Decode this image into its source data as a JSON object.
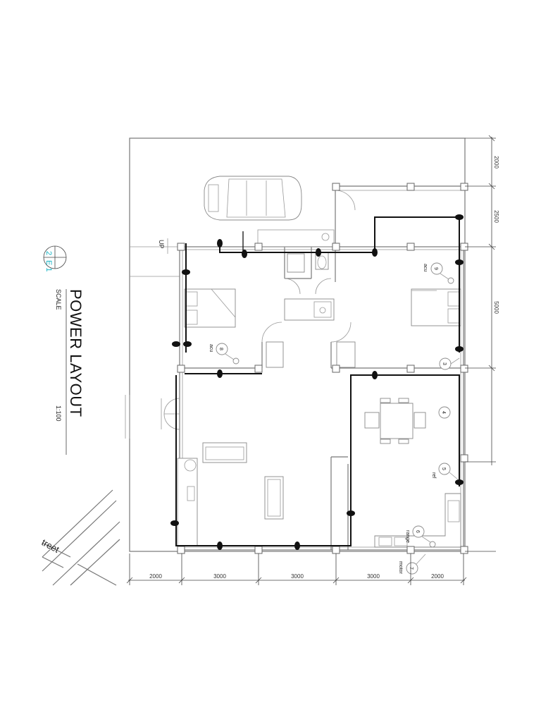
{
  "title": {
    "main": "POWER LAYOUT",
    "scale_label": "SCALE",
    "scale_value": "1:100",
    "bubble_top": "2",
    "bubble_bottom": "E 1"
  },
  "street_label": "treet",
  "up_label": "UP",
  "dimensions": {
    "bottom": [
      "2000",
      "3000",
      "3000",
      "3000",
      "2000"
    ],
    "right": [
      "2000",
      "2500",
      "5000"
    ]
  },
  "circuits": [
    {
      "number": "8",
      "label": "acu"
    },
    {
      "number": "9",
      "label": "acu"
    },
    {
      "number": "3",
      "label": ""
    },
    {
      "number": "4",
      "label": ""
    },
    {
      "number": "5",
      "label": "ref"
    },
    {
      "number": "6",
      "label": "range"
    },
    {
      "number": "7",
      "label": "motor"
    }
  ]
}
